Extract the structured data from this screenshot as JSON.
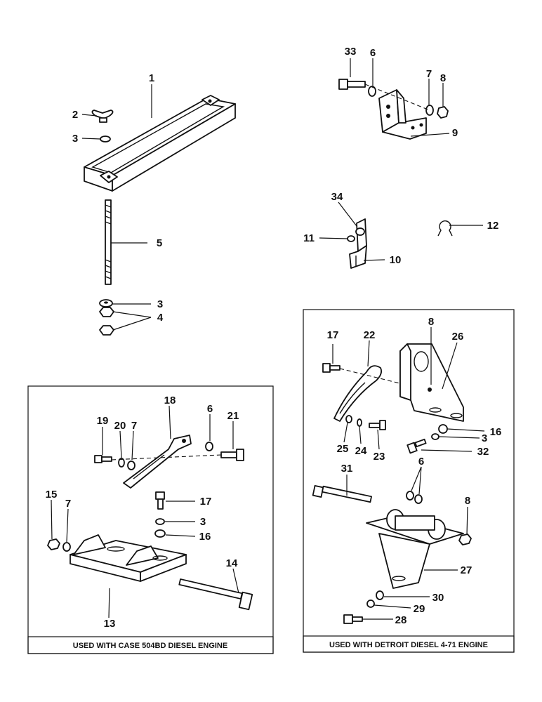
{
  "callouts": [
    "33",
    "6",
    "7",
    "8",
    "9",
    "1",
    "2",
    "3",
    "5",
    "3",
    "4",
    "34",
    "11",
    "10",
    "12",
    "18",
    "6",
    "21",
    "19",
    "20",
    "7",
    "17",
    "3",
    "16",
    "15",
    "7",
    "14",
    "13",
    "17",
    "22",
    "8",
    "26",
    "16",
    "3",
    "32",
    "25",
    "24",
    "23",
    "31",
    "6",
    "8",
    "27",
    "30",
    "29",
    "28"
  ],
  "captions": {
    "left": "USED WITH CASE 504BD DIESEL ENGINE",
    "right": "USED WITH DETROIT DIESEL 4-71 ENGINE"
  }
}
